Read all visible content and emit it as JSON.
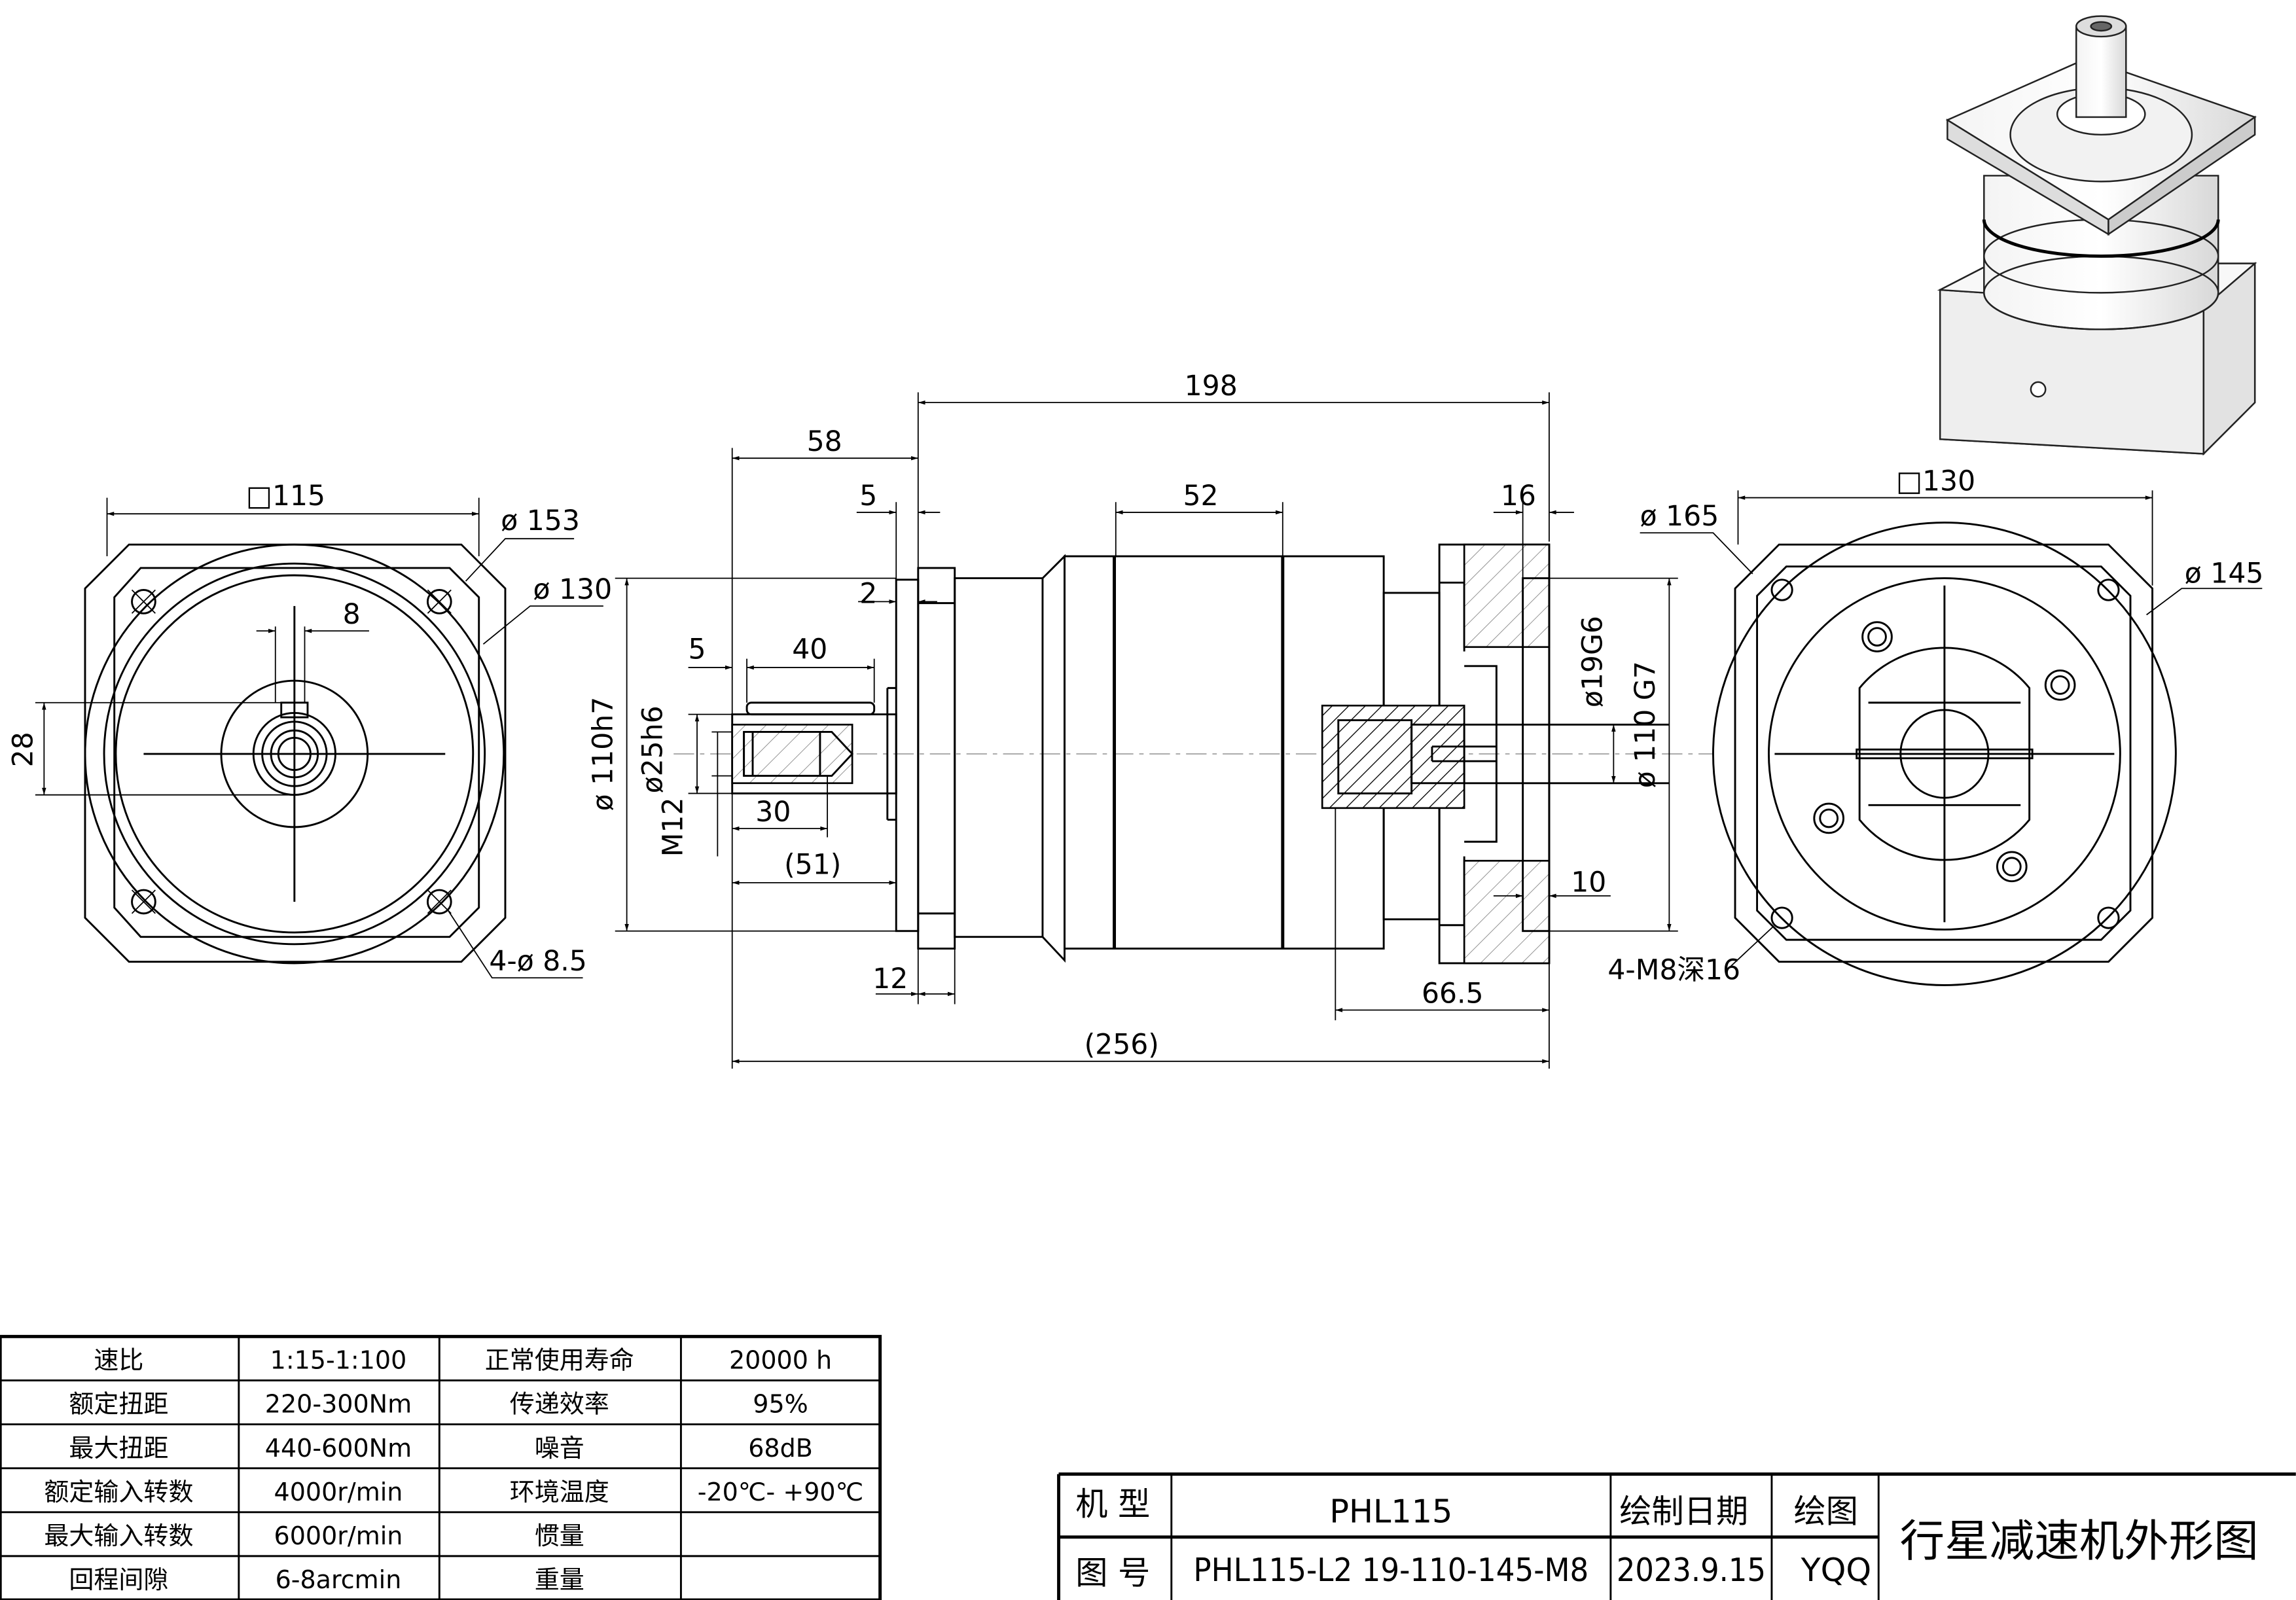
{
  "drawing": {
    "left_view": {
      "square": "□115",
      "d_outer": "ø 153",
      "d_pcd": "ø 130",
      "key_width": "8",
      "shaft_height": "28",
      "holes": "4-ø 8.5"
    },
    "side_view": {
      "overall_198": "198",
      "dim_58": "58",
      "dim_5_top": "5",
      "dim_52": "52",
      "dim_16": "16",
      "dim_2": "2",
      "dim_5_key": "5",
      "dim_40": "40",
      "d_110h7": "ø 110h7",
      "d_25h6": "ø25h6",
      "thread_m12": "M12",
      "dim_30": "30",
      "dim_51": "(51)",
      "dim_12": "12",
      "dim_66_5": "66.5",
      "dim_256": "(256)",
      "dim_10": "10",
      "d_19g6": "ø19G6",
      "d_110g7": "ø 110 G7"
    },
    "right_view": {
      "square": "□130",
      "d_165": "ø 165",
      "d_145": "ø 145",
      "holes": "4-M8深16"
    }
  },
  "spec_table": {
    "rows": [
      [
        "速比",
        "1:15-1:100",
        "正常使用寿命",
        "20000  h"
      ],
      [
        "额定扭距",
        "220-300Nm",
        "传递效率",
        "95%"
      ],
      [
        "最大扭距",
        "440-600Nm",
        "噪音",
        "68dB"
      ],
      [
        "额定输入转数",
        "4000r/min",
        "环境温度",
        "-20℃- +90℃"
      ],
      [
        "最大输入转数",
        "6000r/min",
        "惯量",
        ""
      ],
      [
        "回程间隙",
        "6-8arcmin",
        "重量",
        ""
      ]
    ]
  },
  "title_block": {
    "model_label": "机 型",
    "model_value": "PHL115",
    "drawing_no_label": "图 号",
    "drawing_no_value": "PHL115-L2 19-110-145-M8",
    "date_label": "绘制日期",
    "date_value": "2023.9.15",
    "drafter_label": "绘图",
    "drafter_value": "YQQ",
    "title": "行星减速机外形图"
  }
}
